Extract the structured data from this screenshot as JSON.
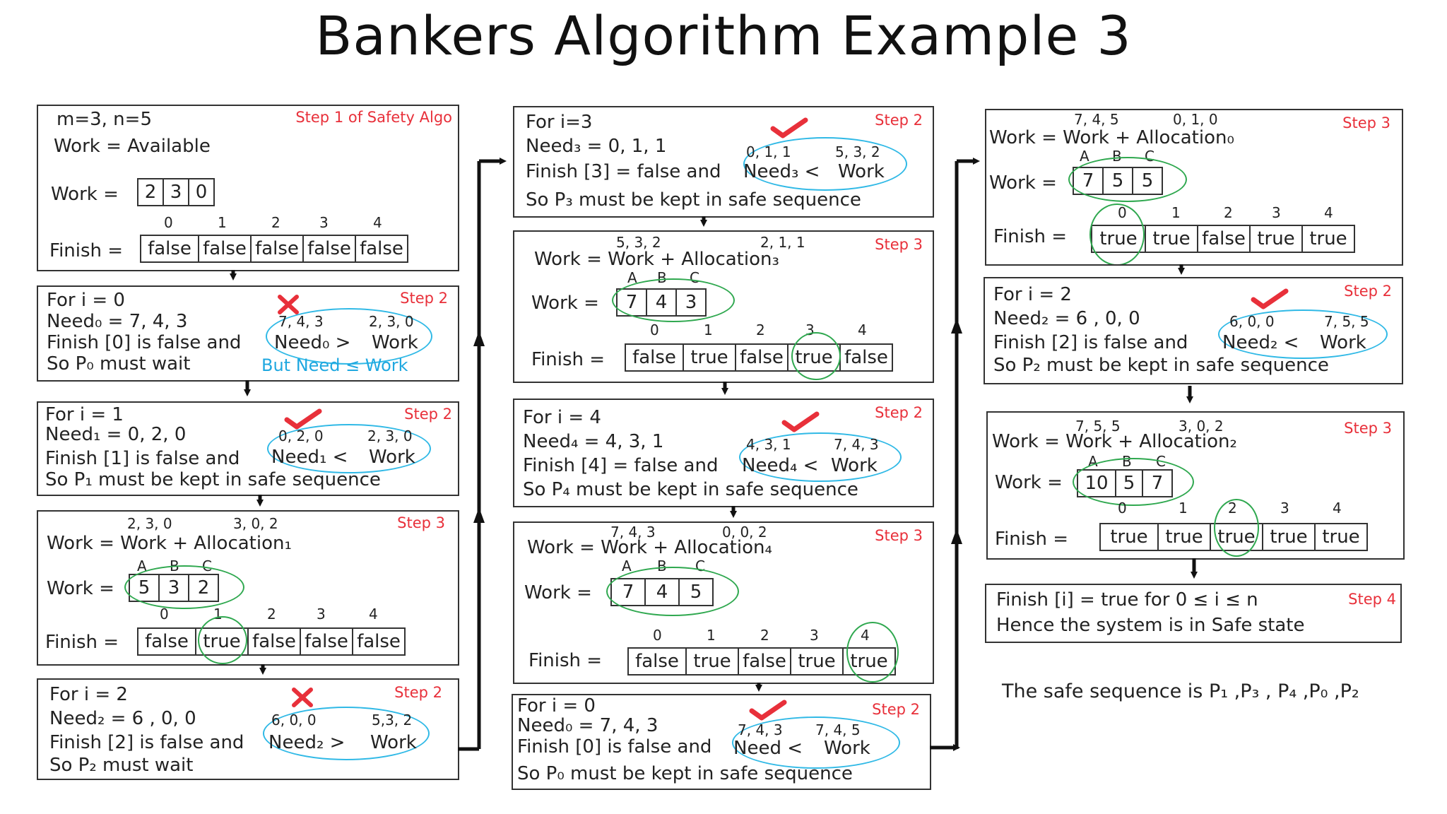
{
  "title": "Bankers Algorithm Example 3",
  "c1": {
    "b1": {
      "l1": "m=3, n=5",
      "l2": "Work = Available",
      "work_lbl": "Work =",
      "work": [
        "2",
        "3",
        "0"
      ],
      "idx": [
        "0",
        "1",
        "2",
        "3",
        "4"
      ],
      "finish_lbl": "Finish =",
      "finish": [
        "false",
        "false",
        "false",
        "false",
        "false"
      ],
      "step": "Step 1 of Safety Algo"
    },
    "b2": {
      "l1": "For i = 0",
      "l2": "Need₀ = 7, 4, 3",
      "l3": "Finish [0] is false and",
      "l4": "So P₀ must wait",
      "a": "7, 4, 3",
      "b": "2, 3, 0",
      "need": "Need₀ >",
      "work": "Work",
      "note": "But Need ≤ Work",
      "step": "Step 2"
    },
    "b3": {
      "l1": "For i = 1",
      "l2": "Need₁ = 0, 2, 0",
      "l3": "Finish [1] is false and",
      "l4": "So P₁ must be kept in safe sequence",
      "a": "0, 2, 0",
      "b": "2, 3, 0",
      "need": "Need₁ <",
      "work": "Work",
      "step": "Step 2"
    },
    "b4": {
      "t1": "2, 3, 0",
      "t2": "3, 0, 2",
      "l1": "Work = Work + Allocation₁",
      "abc": [
        "A",
        "B",
        "C"
      ],
      "work_lbl": "Work =",
      "work": [
        "5",
        "3",
        "2"
      ],
      "idx": [
        "0",
        "1",
        "2",
        "3",
        "4"
      ],
      "finish_lbl": "Finish =",
      "finish": [
        "false",
        "true",
        "false",
        "false",
        "false"
      ],
      "step": "Step 3"
    },
    "b5": {
      "l1": "For i = 2",
      "l2": "Need₂ = 6 , 0, 0",
      "l3": "Finish [2] is false and",
      "l4": "So P₂ must wait",
      "a": "6, 0, 0",
      "b": "5,3, 2",
      "need": "Need₂ >",
      "work": "Work",
      "step": "Step 2"
    }
  },
  "c2": {
    "b1": {
      "l1": "For i=3",
      "l2": "Need₃ = 0, 1, 1",
      "l3": "Finish [3] = false and",
      "l4": "So P₃ must be kept in safe sequence",
      "a": "0, 1, 1",
      "b": "5, 3, 2",
      "need": "Need₃ <",
      "work": "Work",
      "step": "Step 2"
    },
    "b2": {
      "t1": "5, 3, 2",
      "t2": "2, 1, 1",
      "l1": "Work = Work + Allocation₃",
      "abc": [
        "A",
        "B",
        "C"
      ],
      "work_lbl": "Work =",
      "work": [
        "7",
        "4",
        "3"
      ],
      "idx": [
        "0",
        "1",
        "2",
        "3",
        "4"
      ],
      "finish_lbl": "Finish =",
      "finish": [
        "false",
        "true",
        "false",
        "true",
        "false"
      ],
      "step": "Step 3"
    },
    "b3": {
      "l1": "For i = 4",
      "l2": "Need₄ = 4, 3, 1",
      "l3": "Finish [4] = false and",
      "l4": "So P₄ must be kept in safe sequence",
      "a": "4, 3, 1",
      "b": "7, 4, 3",
      "need": "Need₄ <",
      "work": "Work",
      "step": "Step 2"
    },
    "b4": {
      "t1": "7, 4, 3",
      "t2": "0, 0, 2",
      "l1": "Work = Work + Allocation₄",
      "abc": [
        "A",
        "B",
        "C"
      ],
      "work_lbl": "Work =",
      "work": [
        "7",
        "4",
        "5"
      ],
      "idx": [
        "0",
        "1",
        "2",
        "3",
        "4"
      ],
      "finish_lbl": "Finish =",
      "finish": [
        "false",
        "true",
        "false",
        "true",
        "true"
      ],
      "step": "Step 3"
    },
    "b5": {
      "l1": "For i = 0",
      "l2": "Need₀ = 7, 4, 3",
      "l3": "Finish [0] is false and",
      "l4": "So P₀ must be kept in safe sequence",
      "a": "7, 4, 3",
      "b": "7, 4, 5",
      "need": "Need <",
      "work": "Work",
      "step": "Step 2"
    }
  },
  "c3": {
    "b1": {
      "t1": "7, 4, 5",
      "t2": "0, 1, 0",
      "l1": "Work = Work + Allocation₀",
      "abc": [
        "A",
        "B",
        "C"
      ],
      "work_lbl": "Work =",
      "work": [
        "7",
        "5",
        "5"
      ],
      "idx": [
        "0",
        "1",
        "2",
        "3",
        "4"
      ],
      "finish_lbl": "Finish =",
      "finish": [
        "true",
        "true",
        "false",
        "true",
        "true"
      ],
      "step": "Step 3"
    },
    "b2": {
      "l1": "For i = 2",
      "l2": "Need₂ = 6 , 0, 0",
      "l3": "Finish [2] is false and",
      "l4": "So P₂ must be kept in safe sequence",
      "a": "6, 0, 0",
      "b": "7, 5, 5",
      "need": "Need₂ <",
      "work": "Work",
      "step": "Step 2"
    },
    "b3": {
      "t1": "7, 5, 5",
      "t2": "3, 0, 2",
      "l1": "Work = Work + Allocation₂",
      "abc": [
        "A",
        "B",
        "C"
      ],
      "work_lbl": "Work =",
      "work": [
        "10",
        "5",
        "7"
      ],
      "idx": [
        "0",
        "1",
        "2",
        "3",
        "4"
      ],
      "finish_lbl": "Finish =",
      "finish": [
        "true",
        "true",
        "true",
        "true",
        "true"
      ],
      "step": "Step 3"
    },
    "b4": {
      "l1": "Finish [i] = true for 0 ≤ i ≤ n",
      "l2": "Hence the system is in Safe state",
      "step": "Step 4"
    },
    "seq": "The safe sequence is P₁ ,P₃ , P₄ ,P₀ ,P₂"
  }
}
